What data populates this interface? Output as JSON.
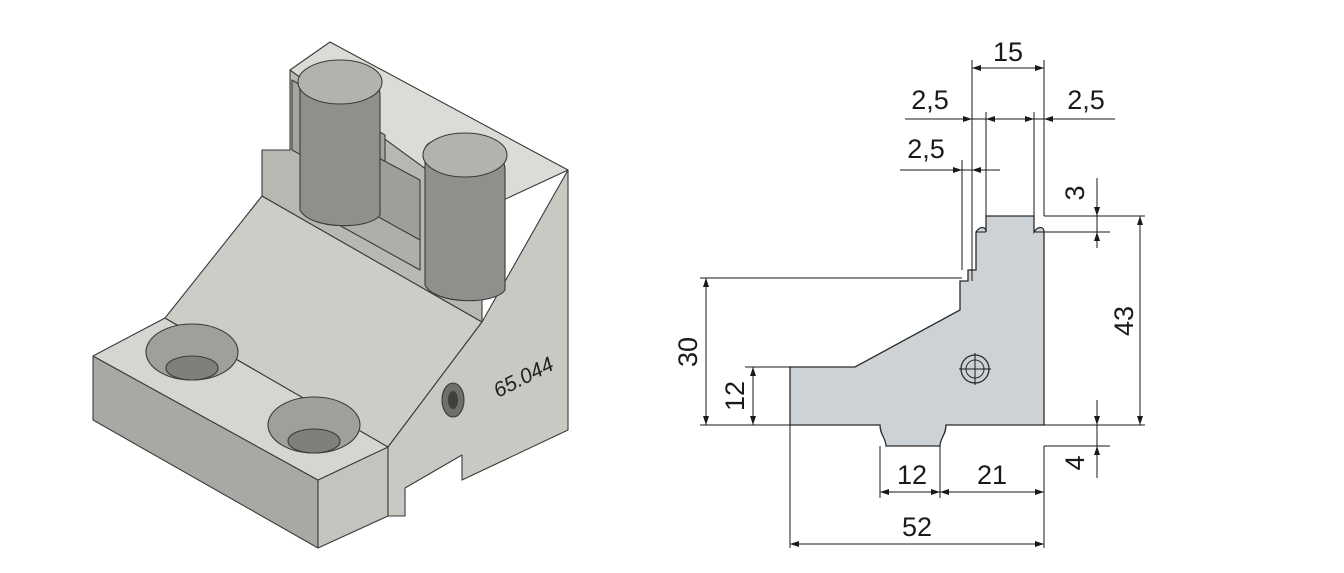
{
  "part_label": "65.044",
  "dimensions": {
    "top_width": "15",
    "slot_left": "2,5",
    "slot_right": "2,5",
    "slot_inner": "2,5",
    "slot_depth": "3",
    "total_height": "43",
    "step_height": "30",
    "base_height": "12",
    "base_slot_width": "12",
    "base_slot_offset": "21",
    "base_slot_depth": "4",
    "total_width": "52"
  },
  "colors": {
    "section_fill": "#cdd2d6",
    "block_top": "#d9d9d4",
    "block_front": "#b5b5b0",
    "block_side": "#c9c9c4"
  }
}
